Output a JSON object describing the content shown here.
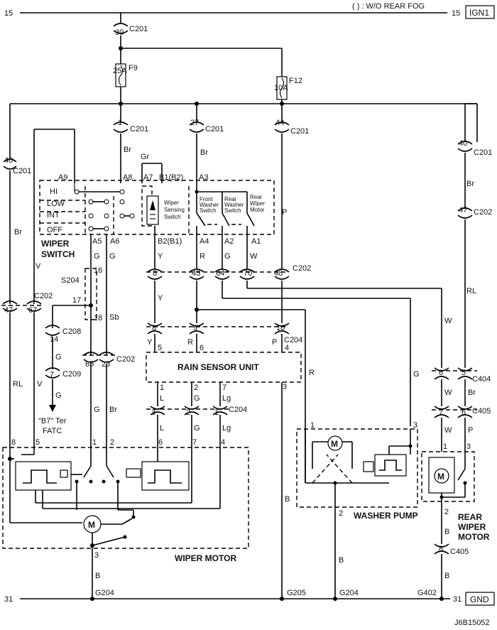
{
  "header": {
    "note": "( ) : W/O REAR FOG",
    "ign_left": "15",
    "ign_right": "15",
    "ign_label": "IGN1"
  },
  "ground_rail": {
    "left": "31",
    "right": "31",
    "label": "GND"
  },
  "footer": {
    "code": "J6B15052"
  },
  "connectors": {
    "c201_top": {
      "pin": "30",
      "name": "C201"
    },
    "c201_a": {
      "pin": "1",
      "name": "C201"
    },
    "c201_b": {
      "pin": "27",
      "name": "C201"
    },
    "c201_c": {
      "pin": "44",
      "name": "C201"
    },
    "c201_left": {
      "pin": "40",
      "name": "C201"
    },
    "c201_right": {
      "pin": "40",
      "name": "C201"
    },
    "c202_right": {
      "pin": "47",
      "name": "C202"
    },
    "c202_row": {
      "name": "C202",
      "pins": [
        "8",
        "43",
        "64",
        "70",
        "48"
      ]
    },
    "c202_left": {
      "name": "C202",
      "pins": [
        "47",
        "67"
      ]
    },
    "c202_mid": {
      "name": "C202",
      "pins": [
        "65",
        "23"
      ]
    },
    "c204_top": {
      "name": "C204",
      "pins": [
        "8",
        "9",
        "10"
      ]
    },
    "c204_bot": {
      "name": "C204",
      "pins": [
        "3",
        "2",
        "1"
      ]
    },
    "c208": {
      "pin": "14",
      "name": "C208"
    },
    "c209": {
      "pin": "7",
      "name": "C209"
    },
    "c404": {
      "name": "C404",
      "pins": [
        "6",
        "5"
      ]
    },
    "c405": {
      "name": "C405",
      "pins": [
        "7",
        "6"
      ]
    },
    "c405_low": {
      "pin": "8",
      "name": "C405"
    },
    "s204": {
      "name": "S204",
      "pins": [
        "16",
        "17",
        "18"
      ]
    }
  },
  "fuses": {
    "f9": {
      "name": "F9",
      "rating": "25A"
    },
    "f12": {
      "name": "F12",
      "rating": "10A"
    }
  },
  "wiper_switch": {
    "title_line1": "WIPER",
    "title_line2": "SWITCH",
    "positions": [
      "HI",
      "LOW",
      "INT",
      "OFF"
    ],
    "top_pins": [
      "A9",
      "A8",
      "A7",
      "B1(B2)",
      "A3"
    ],
    "bottom_pins": [
      "A5",
      "A6",
      "B2(B1)",
      "A4",
      "A2",
      "A1"
    ],
    "sensing_label": [
      "Wiper",
      "Sensing",
      "Switch"
    ],
    "front_washer": [
      "Front",
      "Washer",
      "Switch"
    ],
    "rear_washer": [
      "Rear",
      "Washer",
      "Switch"
    ],
    "rear_wiper": [
      "Rear",
      "Wiper",
      "Motor"
    ]
  },
  "rain_sensor": {
    "title": "RAIN SENSOR UNIT",
    "top_pins": [
      "5",
      "6",
      "4"
    ],
    "bottom_pins": [
      "1",
      "2",
      "7"
    ],
    "right_pin": "3"
  },
  "wiper_motor": {
    "title": "WIPER MOTOR",
    "pins": [
      "8",
      "5",
      "1",
      "2",
      "6",
      "7",
      "4",
      "3"
    ],
    "symbol": "M"
  },
  "washer_pump": {
    "title": "WASHER PUMP",
    "pins": [
      "1",
      "3",
      "2"
    ],
    "symbol": "M"
  },
  "rear_wiper_motor": {
    "title_line1": "REAR",
    "title_line2": "WIPER",
    "title_line3": "MOTOR",
    "pins": [
      "1",
      "3",
      "2"
    ],
    "symbol": "M"
  },
  "fatc": {
    "line1": "\"B7\" Ter",
    "line2": "FATC"
  },
  "grounds": [
    "G204",
    "G205",
    "G204",
    "G402"
  ],
  "wire_colors": {
    "br": "Br",
    "gr": "Gr",
    "p": "P",
    "y": "Y",
    "r": "R",
    "g": "G",
    "w": "W",
    "v": "V",
    "rl": "RL",
    "sb": "Sb",
    "l": "L",
    "lg": "Lg",
    "b": "B"
  }
}
